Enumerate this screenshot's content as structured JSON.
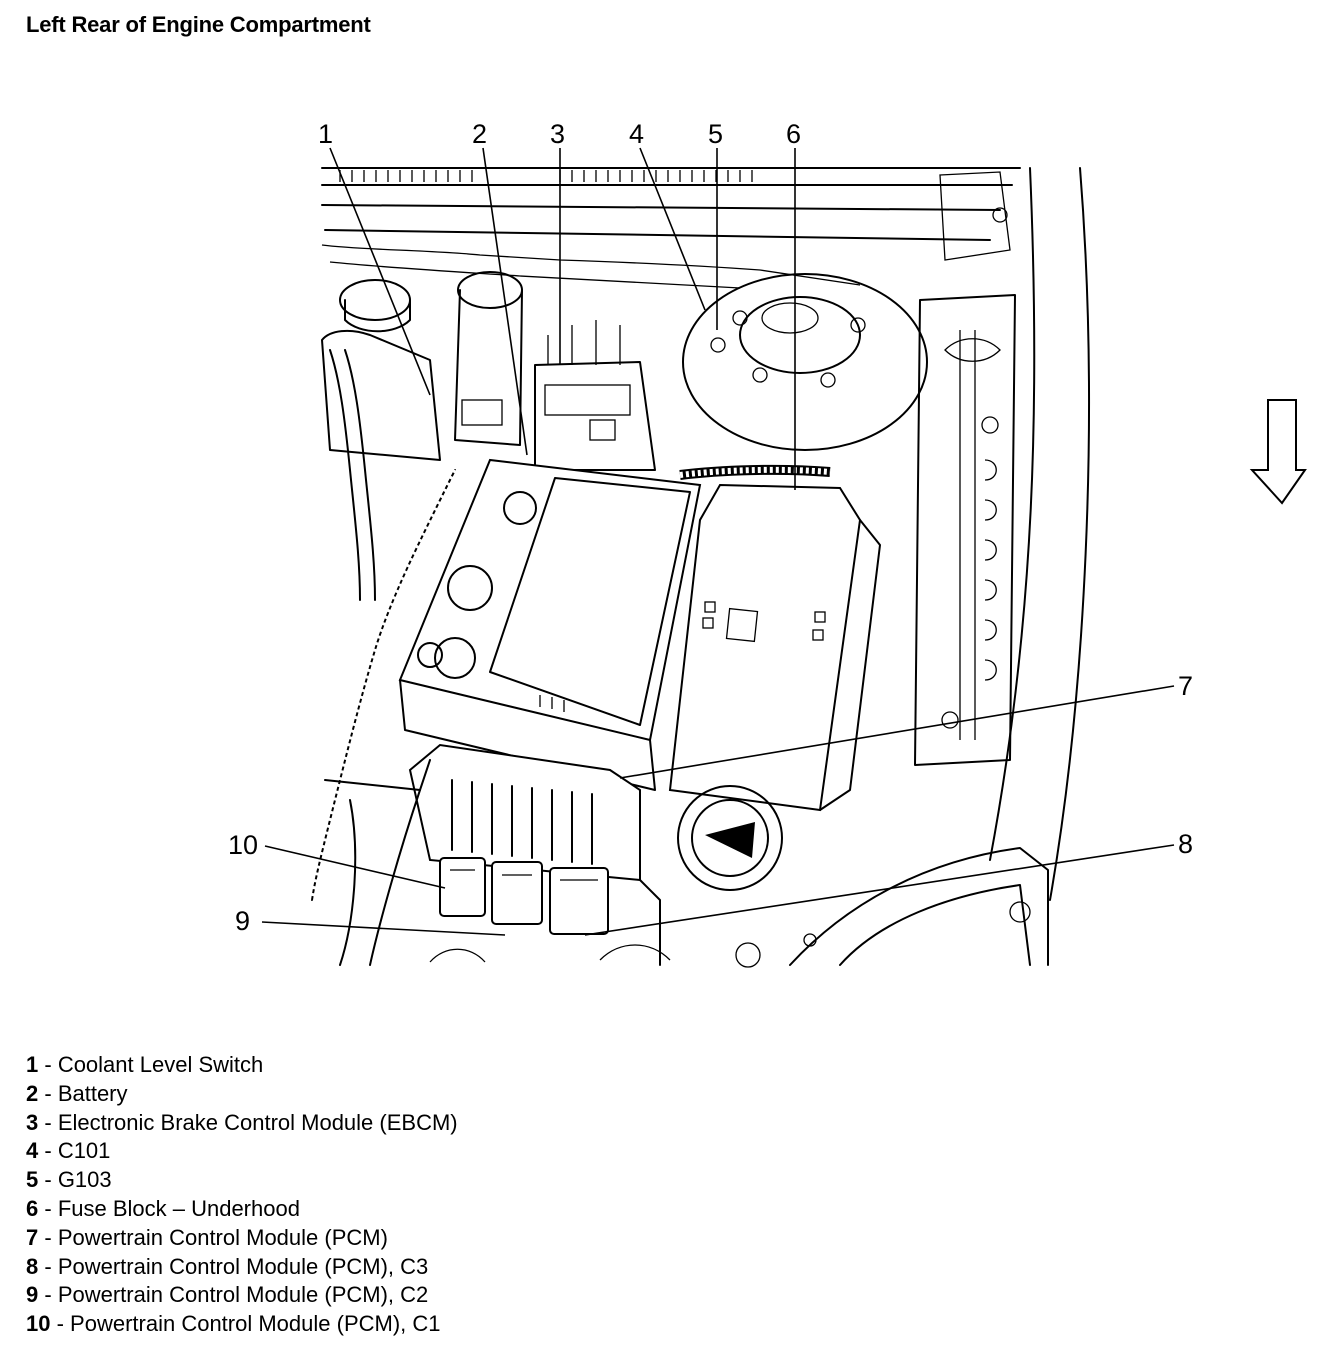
{
  "title": "Left Rear of Engine Compartment",
  "direction_icon": "down-arrow-icon",
  "callouts": [
    "1",
    "2",
    "3",
    "4",
    "5",
    "6",
    "7",
    "8",
    "9",
    "10"
  ],
  "legend": [
    {
      "num": "1",
      "sep": " - ",
      "text": "Coolant Level Switch"
    },
    {
      "num": "2",
      "sep": " - ",
      "text": "Battery"
    },
    {
      "num": "3",
      "sep": " - ",
      "text": "Electronic Brake Control Module (EBCM)"
    },
    {
      "num": "4",
      "sep": " - ",
      "text": "C101"
    },
    {
      "num": "5",
      "sep": " - ",
      "text": "G103"
    },
    {
      "num": "6",
      "sep": " - ",
      "text": "Fuse Block – Underhood"
    },
    {
      "num": "7",
      "sep": " - ",
      "text": "Powertrain Control Module (PCM)"
    },
    {
      "num": "8",
      "sep": " - ",
      "text": "Powertrain Control Module (PCM), C3"
    },
    {
      "num": "9",
      "sep": " - ",
      "text": "Powertrain Control Module (PCM), C2"
    },
    {
      "num": "10",
      "sep": " - ",
      "text": "Powertrain Control Module (PCM), C1"
    }
  ]
}
